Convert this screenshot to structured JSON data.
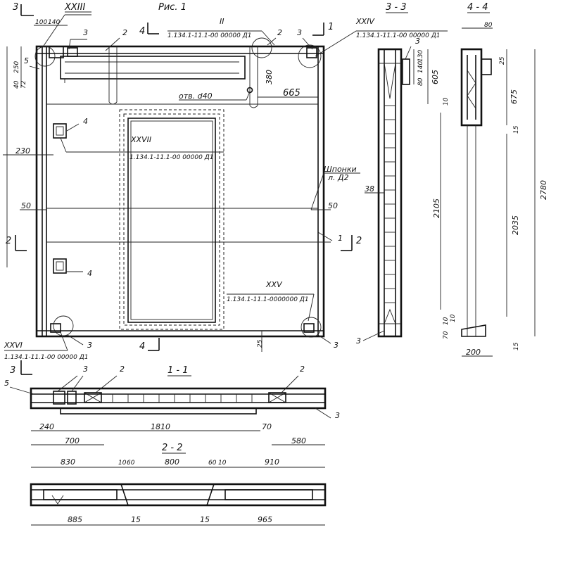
{
  "figure": {
    "title": "Рис. 1"
  },
  "sections": {
    "s11": "1 - 1",
    "s22": "2 - 2",
    "s33": "3 - 3",
    "s44": "4 - 4"
  },
  "references": {
    "r23": "XXIII",
    "r2": "II",
    "r2_code": "1.134.1-11.1-00 00000 Д1",
    "r24": "XXIV",
    "r24_code": "1.134.1-11.1-00 00000 Д1",
    "r27": "XXVII",
    "r27_code": "1.134.1-11.1-00 00000 Д1",
    "r25": "XXV",
    "r25_code": "1.134.1-11.1-0000000 Д1",
    "r26": "XXVI",
    "r26_code": "1.134.1-11.1-00 00000 Д1"
  },
  "notes": {
    "hole": "отв. d40",
    "keys": "Шпонки",
    "keys_ref": "л. Д2"
  },
  "callouts": {
    "c1": "1",
    "c2": "2",
    "c3": "3",
    "c4": "4",
    "c5": "5"
  },
  "cut_marks": {
    "m2": "2",
    "m3": "3",
    "m4": "4",
    "m1": "1"
  },
  "dims_main": {
    "d100": "100",
    "d140": "140",
    "d250": "250",
    "d40": "40",
    "d72": "72",
    "d230": "230",
    "d50": "50",
    "d380": "380",
    "d665": "665",
    "d25": "25"
  },
  "dims_33": {
    "d605": "605",
    "d80": "80",
    "d140": "140",
    "d130": "130",
    "d10": "10",
    "d38": "38",
    "d2105": "2105",
    "d70": "70"
  },
  "dims_44": {
    "d80": "80",
    "d25": "25",
    "d675": "675",
    "d15": "15",
    "d2035": "2035",
    "d2780": "2780",
    "d10": "10",
    "d200": "200"
  },
  "dims_11": {
    "d240": "240",
    "d1810": "1810",
    "d70": "70",
    "d700": "700",
    "d580": "580"
  },
  "dims_22": {
    "d830": "830",
    "d10": "10",
    "d60": "60",
    "d800": "800",
    "d910": "910",
    "d885": "885",
    "d15": "15",
    "d965": "965"
  }
}
